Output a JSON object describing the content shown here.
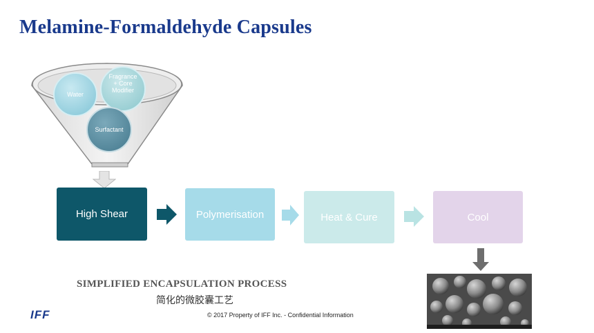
{
  "page": {
    "title": "Melamine-Formaldehyde Capsules"
  },
  "funnel": {
    "ingredients": [
      {
        "label": "Water"
      },
      {
        "label_lines": [
          "Fragrance",
          "+ Core",
          "Modifier"
        ]
      },
      {
        "label": "Surfactant"
      }
    ]
  },
  "process": {
    "steps": [
      {
        "label": "High Shear"
      },
      {
        "label": "Polymerisation"
      },
      {
        "label": "Heat & Cure"
      },
      {
        "label": "Cool"
      }
    ]
  },
  "caption": {
    "english": "SIMPLIFIED ENCAPSULATION PROCESS",
    "chinese": "简化的微胶囊工艺"
  },
  "footer": {
    "logo": "IFF",
    "copyright": "© 2017 Property of IFF Inc. - Confidential Information"
  },
  "colors": {
    "title": "#1a3a8c",
    "step_high_shear": "#0e5769",
    "step_polymerisation": "#a6dbe9",
    "step_heat_cure": "#cbeaea",
    "step_cool": "#e3d4ea"
  }
}
